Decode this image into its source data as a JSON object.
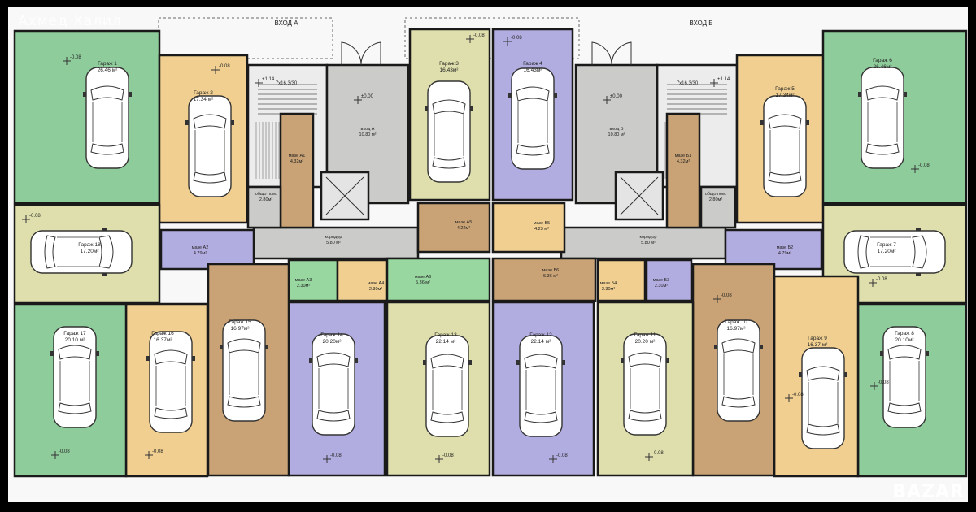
{
  "entrances": {
    "a": "ВХОД А",
    "b": "ВХОД Б"
  },
  "watermark": "Ахмед Халил",
  "site_logo": "BAZAR",
  "colors": {
    "green": "#8fcc9b",
    "orange": "#f0cf91",
    "violet": "#b2ade0",
    "yellow": "#dedfac",
    "brown": "#c9a375",
    "lgreen": "#98d7a0",
    "gray": "#cbcbc9",
    "outer": "#f8f8f8",
    "wall": "#1a1a1a"
  },
  "garages": [
    {
      "name": "Гараж 1",
      "area": "26.46 м²",
      "level": "-0.08"
    },
    {
      "name": "Гараж 2",
      "area": "17.34 м²",
      "level": "-0.08"
    },
    {
      "name": "Гараж 3",
      "area": "16.43м²",
      "level": "-0.08"
    },
    {
      "name": "Гараж 4",
      "area": "16.43м²",
      "level": "-0.08"
    },
    {
      "name": "Гараж 5",
      "area": "17.34м²",
      "level": ""
    },
    {
      "name": "Гараж 6",
      "area": "26.46м²",
      "level": "-0.08"
    },
    {
      "name": "Гараж 7",
      "area": "17.20м²",
      "level": "-0.08"
    },
    {
      "name": "Гараж 8",
      "area": "20.10м²",
      "level": "-0.08"
    },
    {
      "name": "Гараж 9",
      "area": "16.37 м²",
      "level": "-0.08"
    },
    {
      "name": "Гараж 10",
      "area": "16.97м²",
      "level": "-0.08"
    },
    {
      "name": "Гараж 11",
      "area": "20.20 м²",
      "level": "-0.08"
    },
    {
      "name": "Гараж 12",
      "area": "22.14 м²",
      "level": "-0.08"
    },
    {
      "name": "Гараж 13",
      "area": "22.14 м²",
      "level": "-0.08"
    },
    {
      "name": "Гараж 14",
      "area": "20.20м²",
      "level": "-0.08"
    },
    {
      "name": "Гараж 15",
      "area": "16.97м²",
      "level": ""
    },
    {
      "name": "Гараж 16",
      "area": "16.37м²",
      "level": "-0.08"
    },
    {
      "name": "Гараж 17",
      "area": "20.10 м²",
      "level": "-0.08"
    },
    {
      "name": "Гараж 18",
      "area": "17.20м²",
      "level": "-0.08"
    }
  ],
  "rooms": [
    {
      "name": "вход А",
      "area": "10.80 м²",
      "level": "±0.00"
    },
    {
      "name": "вход Б",
      "area": "10.80 м²",
      "level": "±0.00"
    },
    {
      "name": "коридор",
      "area": "5.80 м²"
    },
    {
      "name": "коридор",
      "area": "5.80 м²"
    },
    {
      "name": "мазе А1",
      "area": "4.32м²"
    },
    {
      "name": "мазе Б1",
      "area": "4.32м²"
    },
    {
      "name": "мазе А2",
      "area": "4.79м²"
    },
    {
      "name": "мазе Б2",
      "area": "4.79м²"
    },
    {
      "name": "мазе А3",
      "area": "2.30м²"
    },
    {
      "name": "мазе А4",
      "area": "2.30м²"
    },
    {
      "name": "мазе А5",
      "area": "4.22м²"
    },
    {
      "name": "мазе А6",
      "area": "5.36 м²"
    },
    {
      "name": "мазе Б3",
      "area": "2.30м²"
    },
    {
      "name": "мазе Б4",
      "area": "2.30м²"
    },
    {
      "name": "мазе Б5",
      "area": "4.23 м²"
    },
    {
      "name": "мазе Б6",
      "area": "5.36 м²"
    },
    {
      "name": "общо пом.",
      "area": "2.80м²"
    },
    {
      "name": "общо пом.",
      "area": "2.80м²"
    }
  ],
  "stairs": [
    {
      "label": "7x16.3/30",
      "level": "+1.14"
    },
    {
      "label": "7x16.3/30",
      "level": "+1.14"
    }
  ]
}
